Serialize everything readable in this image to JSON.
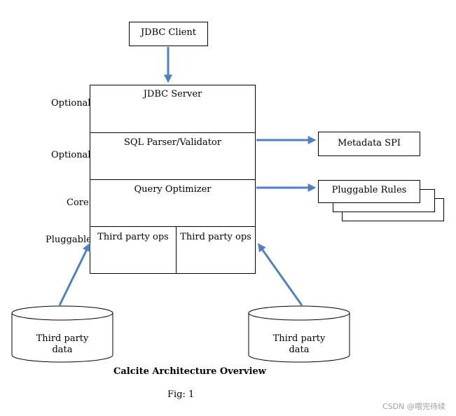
{
  "client": {
    "label": "JDBC Client"
  },
  "stack": {
    "layers": [
      {
        "label": "JDBC Server",
        "side": "Optional"
      },
      {
        "label": "SQL Parser/Validator",
        "side": "Optional"
      },
      {
        "label": "Query Optimizer",
        "side": "Core"
      }
    ],
    "bottom": {
      "side": "Pluggable",
      "left": "Third party ops",
      "right": "Third party ops"
    }
  },
  "metadata": {
    "label": "Metadata SPI"
  },
  "rules": {
    "label": "Pluggable Rules"
  },
  "sources": [
    {
      "line1": "Third party",
      "line2": "data"
    },
    {
      "line1": "Third party",
      "line2": "data"
    }
  ],
  "caption": {
    "title": "Calcite Architecture Overview",
    "fig": "Fig: 1"
  },
  "watermark": "CSDN @喂完待续",
  "colors": {
    "arrow": "#4f81bd"
  }
}
